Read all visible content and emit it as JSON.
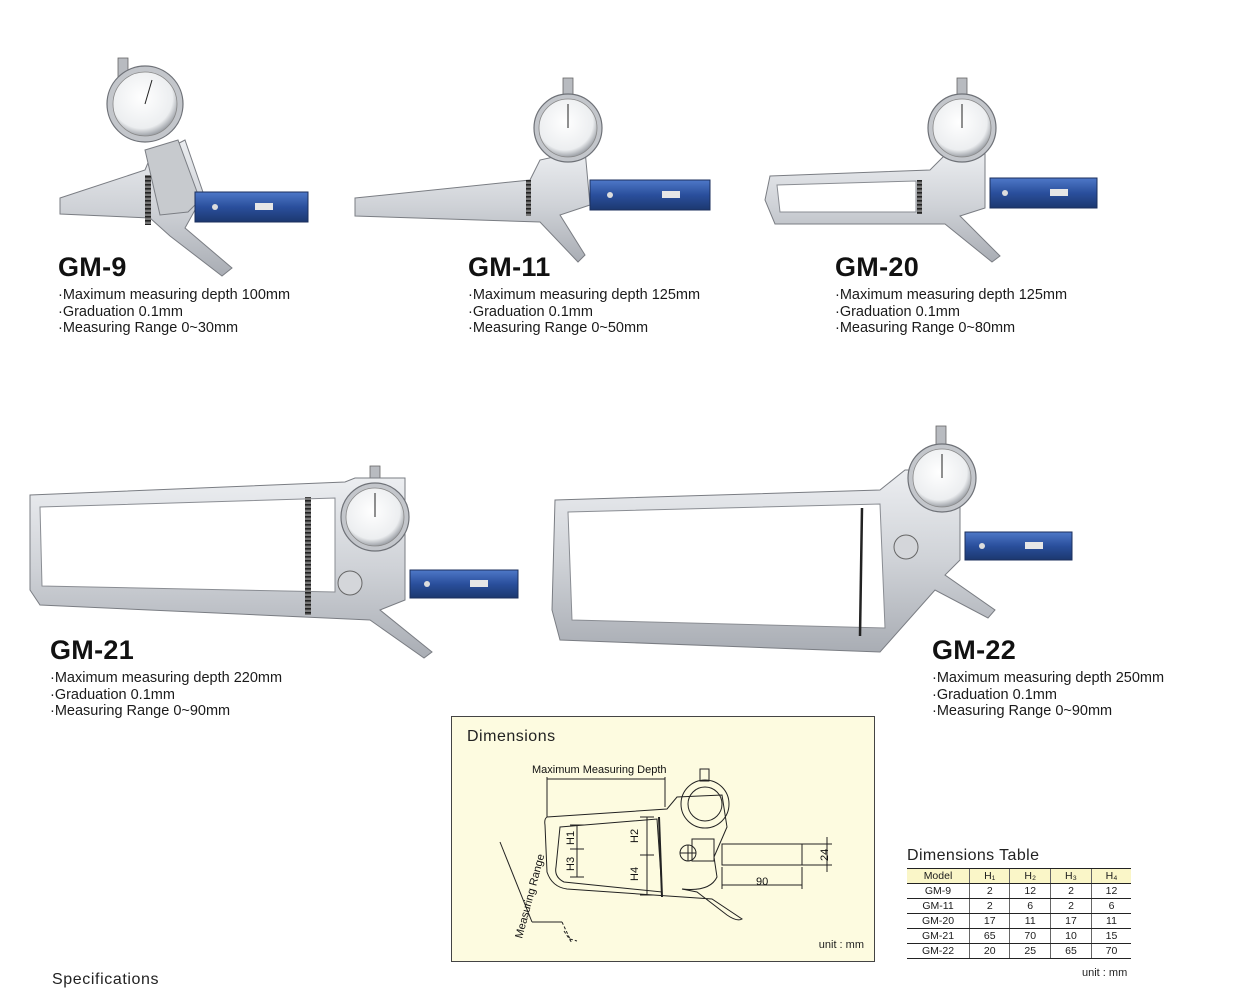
{
  "products": [
    {
      "name": "GM-9",
      "specs": [
        "·Maximum measuring depth 100mm",
        "·Graduation 0.1mm",
        "·Measuring Range 0~30mm"
      ]
    },
    {
      "name": "GM-11",
      "specs": [
        "·Maximum measuring depth 125mm",
        "·Graduation 0.1mm",
        "·Measuring Range 0~50mm"
      ]
    },
    {
      "name": "GM-20",
      "specs": [
        "·Maximum measuring depth 125mm",
        "·Graduation 0.1mm",
        "·Measuring Range 0~80mm"
      ]
    },
    {
      "name": "GM-21",
      "specs": [
        "·Maximum measuring depth 220mm",
        "·Graduation 0.1mm",
        "·Measuring Range 0~90mm"
      ]
    },
    {
      "name": "GM-22",
      "specs": [
        "·Maximum measuring depth 250mm",
        "·Graduation 0.1mm",
        "·Measuring Range 0~90mm"
      ]
    }
  ],
  "dimensions": {
    "title": "Dimensions",
    "labels": {
      "max_depth": "Maximum Measuring Depth",
      "range": "Measuring Range",
      "h1": "H1",
      "h2": "H2",
      "h3": "H3",
      "h4": "H4",
      "d24": "24",
      "d90": "90"
    },
    "unit": "unit : mm"
  },
  "dimensions_table": {
    "title": "Dimensions Table",
    "headers": [
      "Model",
      "H₁",
      "H₂",
      "H₃",
      "H₄"
    ],
    "rows": [
      [
        "GM-9",
        "2",
        "12",
        "2",
        "12"
      ],
      [
        "GM-11",
        "2",
        "6",
        "2",
        "6"
      ],
      [
        "GM-20",
        "17",
        "11",
        "17",
        "11"
      ],
      [
        "GM-21",
        "65",
        "70",
        "10",
        "15"
      ],
      [
        "GM-22",
        "20",
        "25",
        "65",
        "70"
      ]
    ],
    "unit": "unit : mm"
  },
  "specifications_heading": "Specifications",
  "colors": {
    "body_blue": "#2a4f9c",
    "steel": "#d6d8dc",
    "steel_edge": "#8a8d93",
    "note_bg": "#fdfbe0",
    "header_bg": "#faf6c8"
  }
}
